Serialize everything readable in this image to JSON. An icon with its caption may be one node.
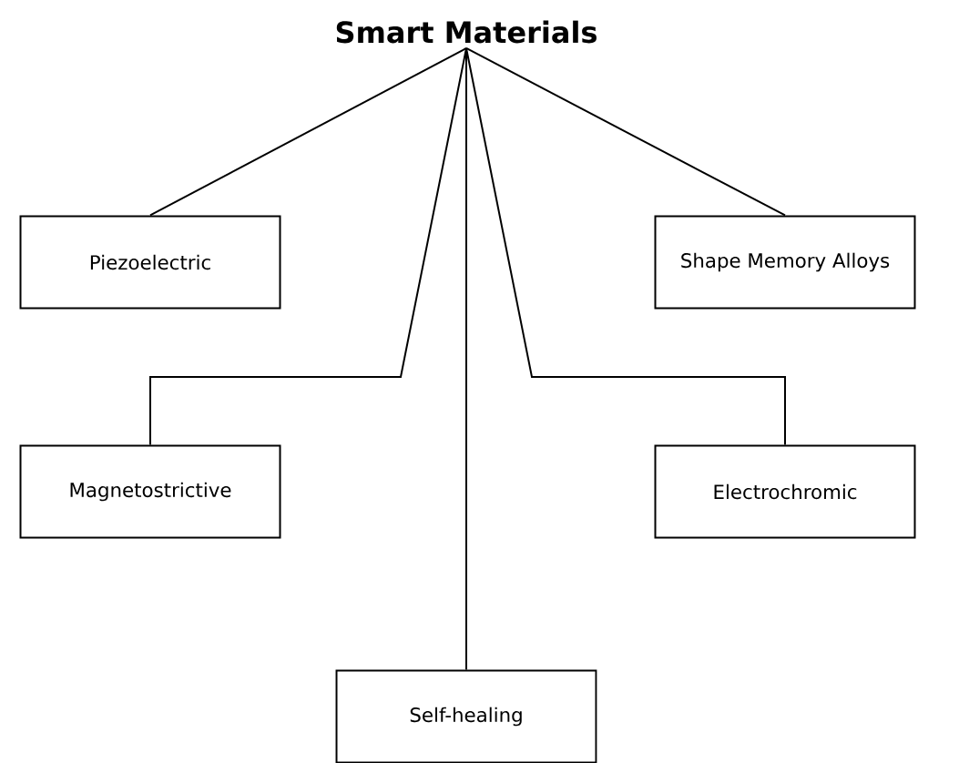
{
  "diagram": {
    "nodes": [
      {
        "text": [
          "Smart Materials"
        ]
      },
      {
        "text": [
          "Piezoelectric"
        ]
      },
      {
        "text": [
          "Shape Memory Alloys"
        ]
      },
      {
        "text": [
          "Magnetostrictive"
        ]
      },
      {
        "text": [
          "Electrochromic"
        ]
      },
      {
        "text": [
          "Self-healing"
        ]
      }
    ],
    "edges": [
      {
        "from": 0,
        "to": 1,
        "arrow": "none"
      },
      {
        "from": 0,
        "to": 3,
        "arrow": "none"
      },
      {
        "from": 0,
        "to": 5,
        "arrow": "none"
      },
      {
        "from": 0,
        "to": 4,
        "arrow": "none"
      },
      {
        "from": 0,
        "to": 2,
        "arrow": "none"
      }
    ]
  }
}
